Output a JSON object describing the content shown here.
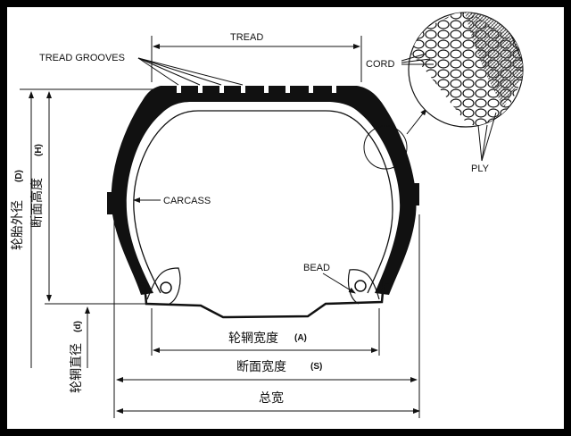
{
  "title": "Tire cross-section diagram",
  "labels": {
    "tread": "TREAD",
    "tread_grooves": "TREAD GROOVES",
    "cord": "CORD",
    "ply": "PLY",
    "carcass": "CARCASS",
    "bead": "BEAD"
  },
  "dimensions": {
    "outer_diameter": {
      "label": "轮胎外径",
      "symbol": "(D)"
    },
    "section_height": {
      "label": "断面高度",
      "symbol": "(H)"
    },
    "rim_diameter": {
      "label": "轮辋直径",
      "symbol": "(d)"
    },
    "rim_width": {
      "label": "轮辋宽度",
      "symbol": "(A)"
    },
    "section_width": {
      "label": "断面宽度",
      "symbol": "(S)"
    },
    "overall_width": {
      "label": "总宽"
    }
  },
  "colors": {
    "ink": "#111111",
    "background": "#ffffff",
    "frame": "#000000"
  }
}
